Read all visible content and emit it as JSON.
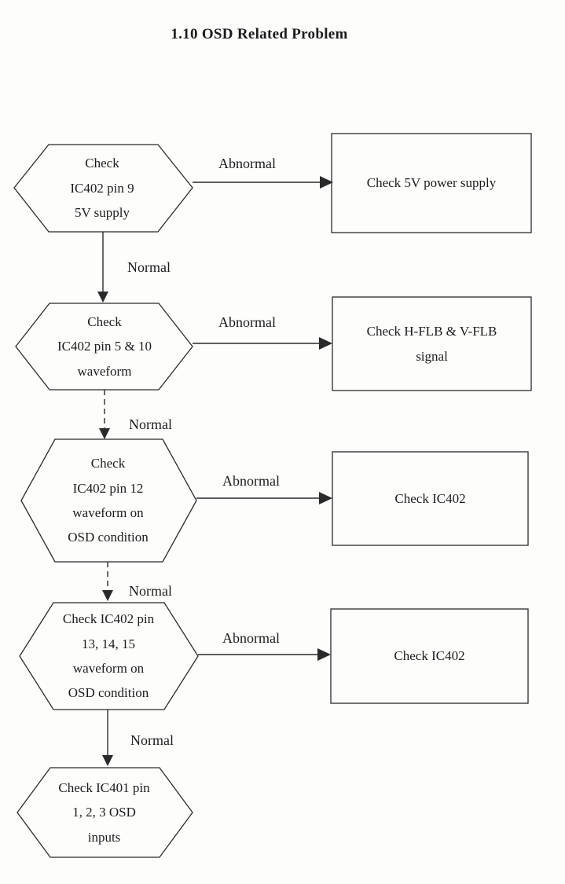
{
  "title": "1.10 OSD Related Problem",
  "flow": {
    "hex1": {
      "text": "Check\nIC402 pin 9\n5V supply"
    },
    "hex2": {
      "text": "Check\nIC402 pin 5 & 10\nwaveform"
    },
    "hex3": {
      "text": "Check\nIC402 pin 12\nwaveform on\nOSD condition"
    },
    "hex4": {
      "text": "Check IC402 pin\n13, 14, 15\nwaveform on\nOSD condition"
    },
    "hex5": {
      "text": "Check IC401 pin\n1, 2, 3 OSD\ninputs"
    },
    "rect1": {
      "text": "Check 5V power supply"
    },
    "rect2": {
      "text": "Check H-FLB & V-FLB\nsignal"
    },
    "rect3": {
      "text": "Check IC402"
    },
    "rect4": {
      "text": "Check IC402"
    },
    "labels": {
      "abnormal1": "Abnormal",
      "abnormal2": "Abnormal",
      "abnormal3": "Abnormal",
      "abnormal4": "Abnormal",
      "normal1": "Normal",
      "normal2": "Normal",
      "normal3": "Normal",
      "normal4": "Normal"
    }
  },
  "colors": {
    "line": "#2a2a2a",
    "text": "#1c1c1c",
    "background": "#fdfdfc"
  }
}
